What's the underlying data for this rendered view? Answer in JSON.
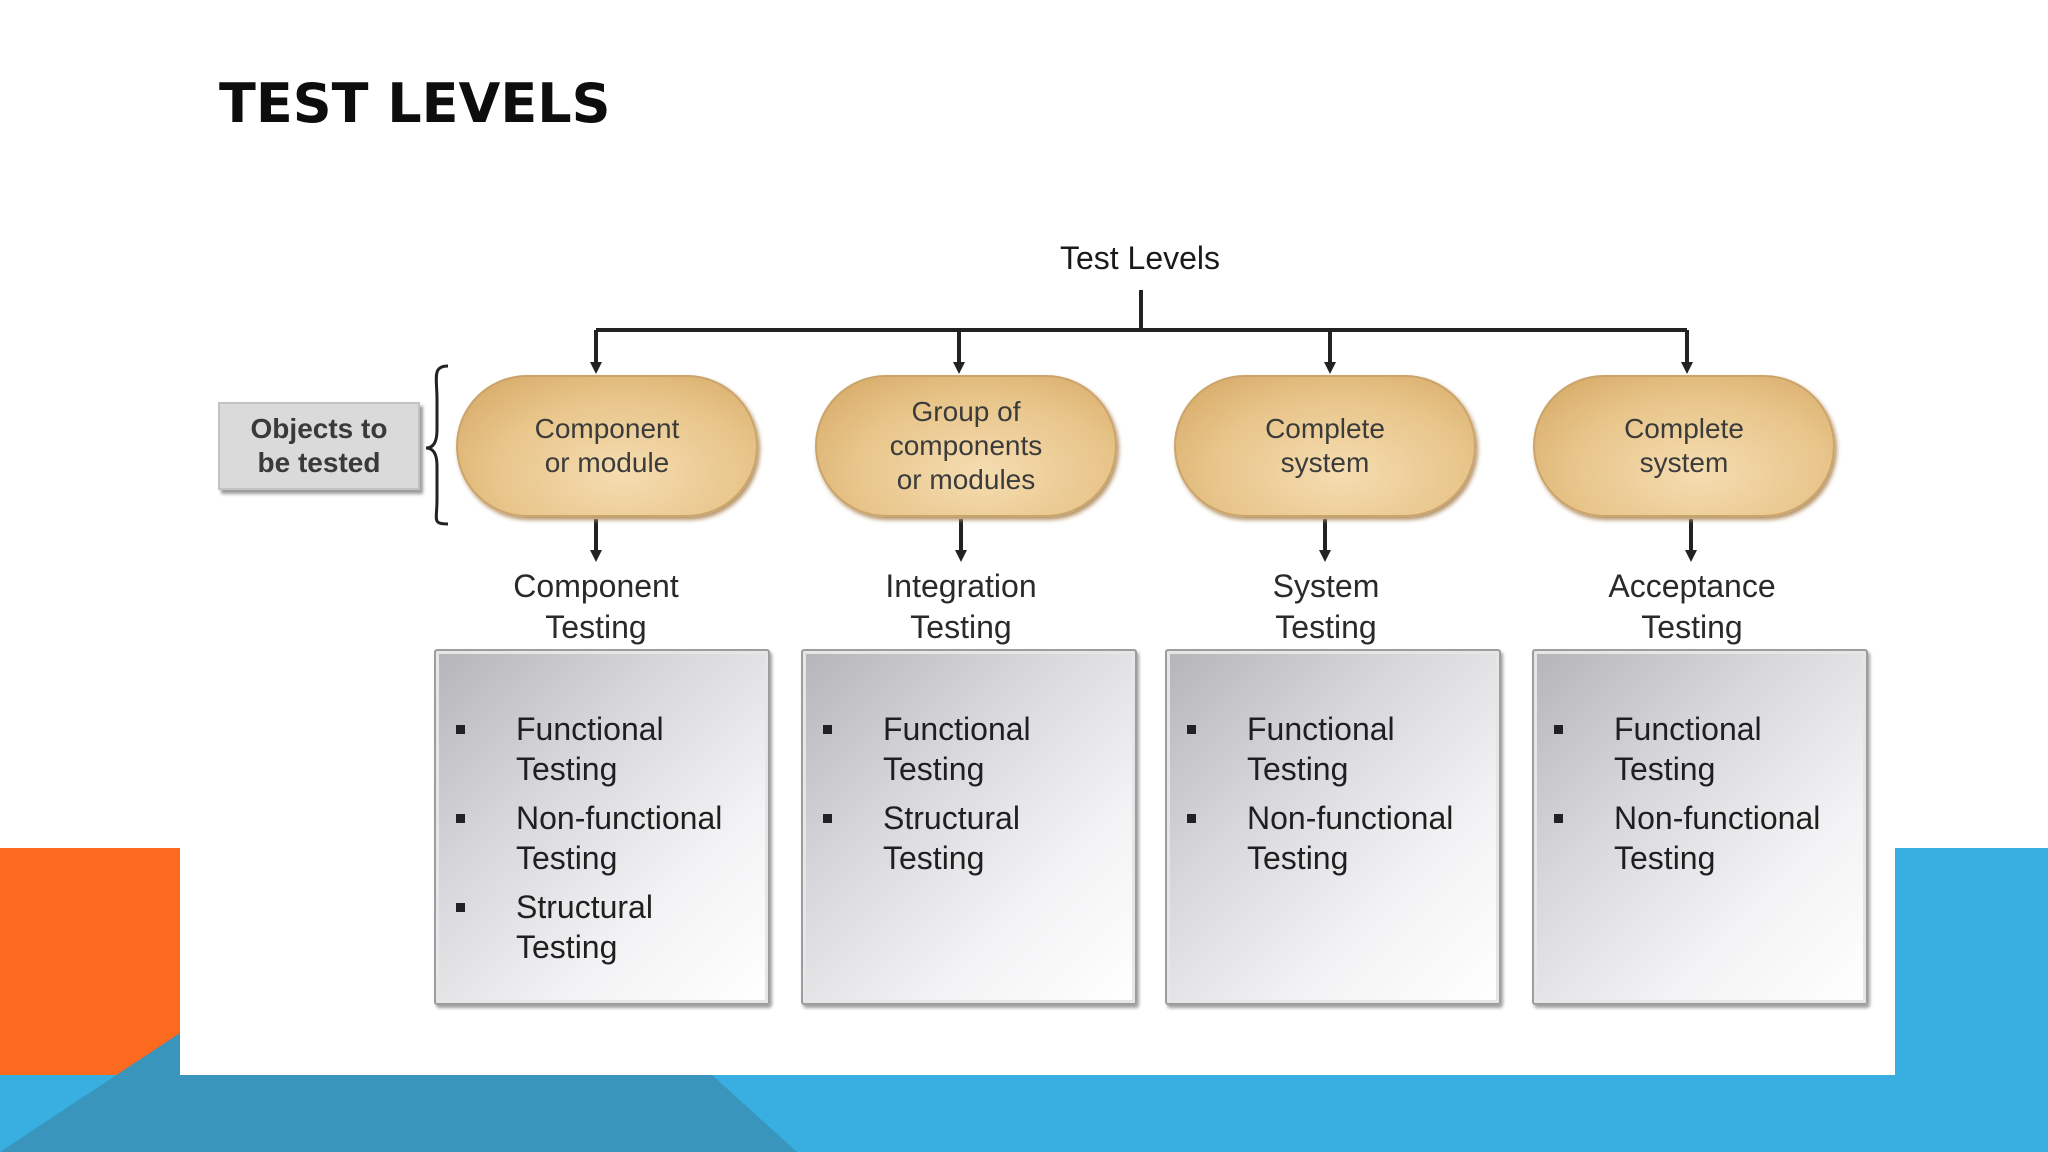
{
  "slide": {
    "title": "TEST LEVELS"
  },
  "colors": {
    "orange": "#fb6a1f",
    "blue": "#39aee0",
    "dark_blue": "#3a95bd",
    "pill_fill": "#e8c58a",
    "box_fill": "#dadada"
  },
  "diagram": {
    "root": "Test Levels",
    "objects_label": "Objects to\nbe tested",
    "levels": [
      {
        "object": "Component\nor module",
        "name": "Component\nTesting",
        "tests": [
          "Functional\nTesting",
          "Non-functional\nTesting",
          "Structural\nTesting"
        ]
      },
      {
        "object": "Group of\ncomponents\nor modules",
        "name": "Integration\nTesting",
        "tests": [
          "Functional\nTesting",
          "Structural\nTesting"
        ]
      },
      {
        "object": "Complete\nsystem",
        "name": "System\nTesting",
        "tests": [
          "Functional\nTesting",
          "Non-functional\nTesting"
        ]
      },
      {
        "object": "Complete\nsystem",
        "name": "Acceptance\nTesting",
        "tests": [
          "Functional\nTesting",
          "Non-functional\nTesting"
        ]
      }
    ]
  }
}
